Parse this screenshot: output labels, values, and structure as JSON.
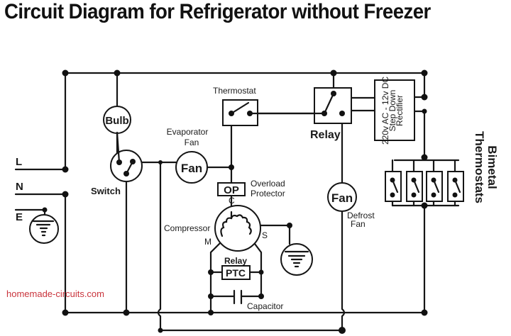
{
  "title": "Circuit Diagram for Refrigerator without Freezer",
  "terminals": {
    "live": "L",
    "neutral": "N",
    "earth": "E"
  },
  "components": {
    "bulb": "Bulb",
    "switch": "Switch",
    "evaporator_fan_label_1": "Evaporator",
    "evaporator_fan_label_2": "Fan",
    "evaporator_fan_symbol": "Fan",
    "thermostat": "Thermostat",
    "relay": "Relay",
    "rectifier_line_1": "220v AC - 12v DC",
    "rectifier_line_2": "Step Down",
    "rectifier_line_3": "Rectifier",
    "bimetal_line_1": "Bimetal",
    "bimetal_line_2": "Thermostats",
    "overload_symbol": "OP",
    "overload_line_1": "Overload",
    "overload_line_2": "Protector",
    "compressor": "Compressor",
    "compressor_terminal_c": "C",
    "compressor_terminal_m": "M",
    "compressor_terminal_s": "S",
    "ptc_relay_label": "Relay",
    "ptc_symbol": "PTC",
    "capacitor": "Capacitor",
    "defrost_fan_symbol": "Fan",
    "defrost_fan_line_1": "Defrost",
    "defrost_fan_line_2": "Fan"
  },
  "watermark": "homemade-circuits.com",
  "colors": {
    "wire": "#151515",
    "watermark": "#c9343c",
    "background": "#ffffff"
  }
}
